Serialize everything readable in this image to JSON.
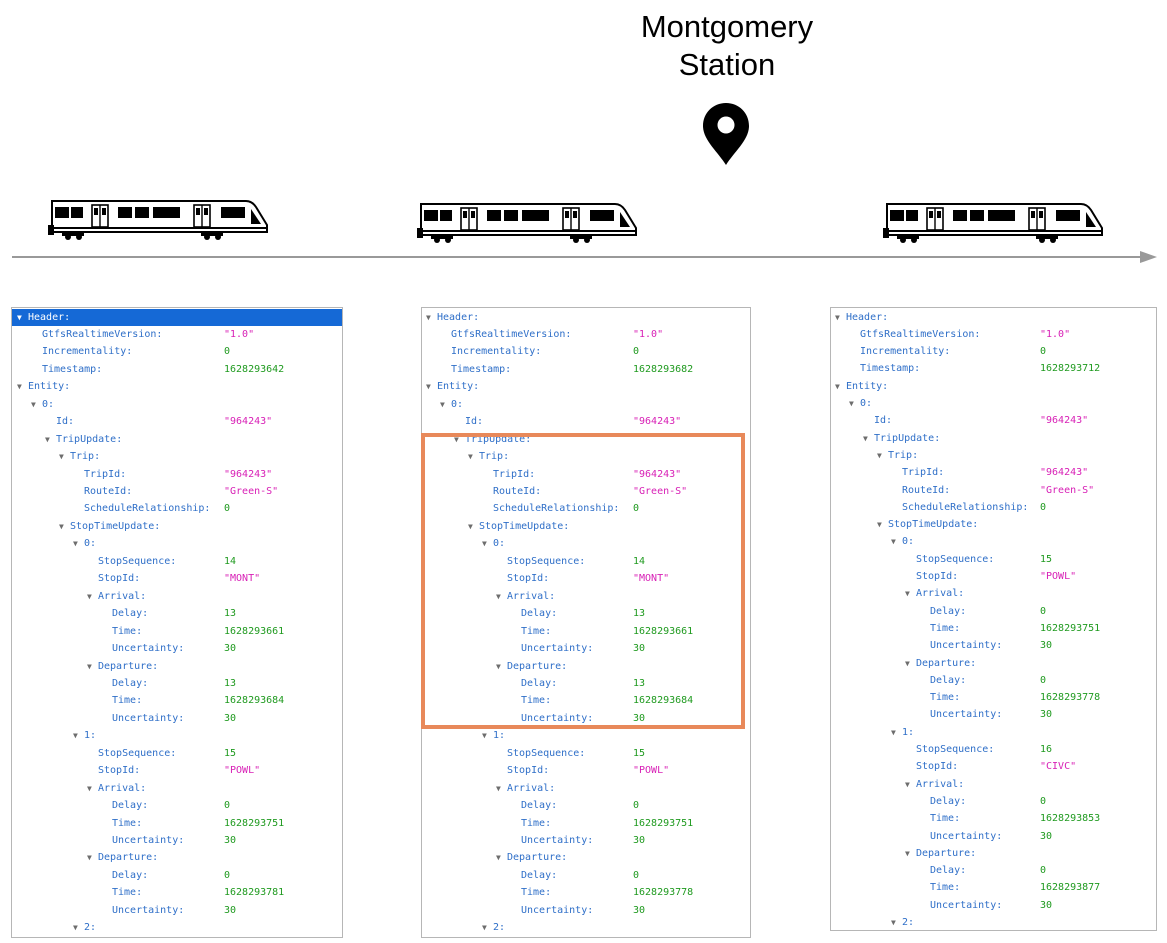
{
  "station": {
    "label": "Montgomery Station"
  },
  "icons": {
    "pin": "map-pin-icon",
    "train": "train-icon",
    "arrow": "arrow-right-icon",
    "expand": "disclosure-triangle-icon"
  },
  "colors": {
    "key": "#2f6fc8",
    "number": "#1f9a1f",
    "string": "#d820b6",
    "selection": "#1569d6",
    "highlight": "#e8895a"
  },
  "panels": [
    {
      "rows": [
        {
          "d": 0,
          "k": "Header:",
          "x": true,
          "sel": true
        },
        {
          "d": 1,
          "k": "GtfsRealtimeVersion:",
          "v": "\"1.0\"",
          "t": "s"
        },
        {
          "d": 1,
          "k": "Incrementality:",
          "v": "0",
          "t": "n"
        },
        {
          "d": 1,
          "k": "Timestamp:",
          "v": "1628293642",
          "t": "n"
        },
        {
          "d": 0,
          "k": "Entity:",
          "x": true
        },
        {
          "d": 1,
          "k": "0:",
          "x": true
        },
        {
          "d": 2,
          "k": "Id:",
          "v": "\"964243\"",
          "t": "s"
        },
        {
          "d": 2,
          "k": "TripUpdate:",
          "x": true
        },
        {
          "d": 3,
          "k": "Trip:",
          "x": true
        },
        {
          "d": 4,
          "k": "TripId:",
          "v": "\"964243\"",
          "t": "s"
        },
        {
          "d": 4,
          "k": "RouteId:",
          "v": "\"Green-S\"",
          "t": "s"
        },
        {
          "d": 4,
          "k": "ScheduleRelationship:",
          "v": "0",
          "t": "n"
        },
        {
          "d": 3,
          "k": "StopTimeUpdate:",
          "x": true
        },
        {
          "d": 4,
          "k": "0:",
          "x": true
        },
        {
          "d": 5,
          "k": "StopSequence:",
          "v": "14",
          "t": "n"
        },
        {
          "d": 5,
          "k": "StopId:",
          "v": "\"MONT\"",
          "t": "s"
        },
        {
          "d": 5,
          "k": "Arrival:",
          "x": true
        },
        {
          "d": 6,
          "k": "Delay:",
          "v": "13",
          "t": "n"
        },
        {
          "d": 6,
          "k": "Time:",
          "v": "1628293661",
          "t": "n"
        },
        {
          "d": 6,
          "k": "Uncertainty:",
          "v": "30",
          "t": "n"
        },
        {
          "d": 5,
          "k": "Departure:",
          "x": true
        },
        {
          "d": 6,
          "k": "Delay:",
          "v": "13",
          "t": "n"
        },
        {
          "d": 6,
          "k": "Time:",
          "v": "1628293684",
          "t": "n"
        },
        {
          "d": 6,
          "k": "Uncertainty:",
          "v": "30",
          "t": "n"
        },
        {
          "d": 4,
          "k": "1:",
          "x": true
        },
        {
          "d": 5,
          "k": "StopSequence:",
          "v": "15",
          "t": "n"
        },
        {
          "d": 5,
          "k": "StopId:",
          "v": "\"POWL\"",
          "t": "s"
        },
        {
          "d": 5,
          "k": "Arrival:",
          "x": true
        },
        {
          "d": 6,
          "k": "Delay:",
          "v": "0",
          "t": "n"
        },
        {
          "d": 6,
          "k": "Time:",
          "v": "1628293751",
          "t": "n"
        },
        {
          "d": 6,
          "k": "Uncertainty:",
          "v": "30",
          "t": "n"
        },
        {
          "d": 5,
          "k": "Departure:",
          "x": true
        },
        {
          "d": 6,
          "k": "Delay:",
          "v": "0",
          "t": "n"
        },
        {
          "d": 6,
          "k": "Time:",
          "v": "1628293781",
          "t": "n"
        },
        {
          "d": 6,
          "k": "Uncertainty:",
          "v": "30",
          "t": "n"
        },
        {
          "d": 4,
          "k": "2:",
          "x": true
        }
      ]
    },
    {
      "rows": [
        {
          "d": 0,
          "k": "Header:",
          "x": true
        },
        {
          "d": 1,
          "k": "GtfsRealtimeVersion:",
          "v": "\"1.0\"",
          "t": "s"
        },
        {
          "d": 1,
          "k": "Incrementality:",
          "v": "0",
          "t": "n"
        },
        {
          "d": 1,
          "k": "Timestamp:",
          "v": "1628293682",
          "t": "n"
        },
        {
          "d": 0,
          "k": "Entity:",
          "x": true
        },
        {
          "d": 1,
          "k": "0:",
          "x": true
        },
        {
          "d": 2,
          "k": "Id:",
          "v": "\"964243\"",
          "t": "s"
        },
        {
          "d": 2,
          "k": "TripUpdate:",
          "x": true
        },
        {
          "d": 3,
          "k": "Trip:",
          "x": true
        },
        {
          "d": 4,
          "k": "TripId:",
          "v": "\"964243\"",
          "t": "s"
        },
        {
          "d": 4,
          "k": "RouteId:",
          "v": "\"Green-S\"",
          "t": "s"
        },
        {
          "d": 4,
          "k": "ScheduleRelationship:",
          "v": "0",
          "t": "n"
        },
        {
          "d": 3,
          "k": "StopTimeUpdate:",
          "x": true
        },
        {
          "d": 4,
          "k": "0:",
          "x": true
        },
        {
          "d": 5,
          "k": "StopSequence:",
          "v": "14",
          "t": "n"
        },
        {
          "d": 5,
          "k": "StopId:",
          "v": "\"MONT\"",
          "t": "s"
        },
        {
          "d": 5,
          "k": "Arrival:",
          "x": true
        },
        {
          "d": 6,
          "k": "Delay:",
          "v": "13",
          "t": "n"
        },
        {
          "d": 6,
          "k": "Time:",
          "v": "1628293661",
          "t": "n"
        },
        {
          "d": 6,
          "k": "Uncertainty:",
          "v": "30",
          "t": "n"
        },
        {
          "d": 5,
          "k": "Departure:",
          "x": true
        },
        {
          "d": 6,
          "k": "Delay:",
          "v": "13",
          "t": "n"
        },
        {
          "d": 6,
          "k": "Time:",
          "v": "1628293684",
          "t": "n"
        },
        {
          "d": 6,
          "k": "Uncertainty:",
          "v": "30",
          "t": "n"
        },
        {
          "d": 4,
          "k": "1:",
          "x": true
        },
        {
          "d": 5,
          "k": "StopSequence:",
          "v": "15",
          "t": "n"
        },
        {
          "d": 5,
          "k": "StopId:",
          "v": "\"POWL\"",
          "t": "s"
        },
        {
          "d": 5,
          "k": "Arrival:",
          "x": true
        },
        {
          "d": 6,
          "k": "Delay:",
          "v": "0",
          "t": "n"
        },
        {
          "d": 6,
          "k": "Time:",
          "v": "1628293751",
          "t": "n"
        },
        {
          "d": 6,
          "k": "Uncertainty:",
          "v": "30",
          "t": "n"
        },
        {
          "d": 5,
          "k": "Departure:",
          "x": true
        },
        {
          "d": 6,
          "k": "Delay:",
          "v": "0",
          "t": "n"
        },
        {
          "d": 6,
          "k": "Time:",
          "v": "1628293778",
          "t": "n"
        },
        {
          "d": 6,
          "k": "Uncertainty:",
          "v": "30",
          "t": "n"
        },
        {
          "d": 4,
          "k": "2:",
          "x": true
        }
      ]
    },
    {
      "rows": [
        {
          "d": 0,
          "k": "Header:",
          "x": true
        },
        {
          "d": 1,
          "k": "GtfsRealtimeVersion:",
          "v": "\"1.0\"",
          "t": "s"
        },
        {
          "d": 1,
          "k": "Incrementality:",
          "v": "0",
          "t": "n"
        },
        {
          "d": 1,
          "k": "Timestamp:",
          "v": "1628293712",
          "t": "n"
        },
        {
          "d": 0,
          "k": "Entity:",
          "x": true
        },
        {
          "d": 1,
          "k": "0:",
          "x": true
        },
        {
          "d": 2,
          "k": "Id:",
          "v": "\"964243\"",
          "t": "s"
        },
        {
          "d": 2,
          "k": "TripUpdate:",
          "x": true
        },
        {
          "d": 3,
          "k": "Trip:",
          "x": true
        },
        {
          "d": 4,
          "k": "TripId:",
          "v": "\"964243\"",
          "t": "s"
        },
        {
          "d": 4,
          "k": "RouteId:",
          "v": "\"Green-S\"",
          "t": "s"
        },
        {
          "d": 4,
          "k": "ScheduleRelationship:",
          "v": "0",
          "t": "n"
        },
        {
          "d": 3,
          "k": "StopTimeUpdate:",
          "x": true
        },
        {
          "d": 4,
          "k": "0:",
          "x": true
        },
        {
          "d": 5,
          "k": "StopSequence:",
          "v": "15",
          "t": "n"
        },
        {
          "d": 5,
          "k": "StopId:",
          "v": "\"POWL\"",
          "t": "s"
        },
        {
          "d": 5,
          "k": "Arrival:",
          "x": true
        },
        {
          "d": 6,
          "k": "Delay:",
          "v": "0",
          "t": "n"
        },
        {
          "d": 6,
          "k": "Time:",
          "v": "1628293751",
          "t": "n"
        },
        {
          "d": 6,
          "k": "Uncertainty:",
          "v": "30",
          "t": "n"
        },
        {
          "d": 5,
          "k": "Departure:",
          "x": true
        },
        {
          "d": 6,
          "k": "Delay:",
          "v": "0",
          "t": "n"
        },
        {
          "d": 6,
          "k": "Time:",
          "v": "1628293778",
          "t": "n"
        },
        {
          "d": 6,
          "k": "Uncertainty:",
          "v": "30",
          "t": "n"
        },
        {
          "d": 4,
          "k": "1:",
          "x": true
        },
        {
          "d": 5,
          "k": "StopSequence:",
          "v": "16",
          "t": "n"
        },
        {
          "d": 5,
          "k": "StopId:",
          "v": "\"CIVC\"",
          "t": "s"
        },
        {
          "d": 5,
          "k": "Arrival:",
          "x": true
        },
        {
          "d": 6,
          "k": "Delay:",
          "v": "0",
          "t": "n"
        },
        {
          "d": 6,
          "k": "Time:",
          "v": "1628293853",
          "t": "n"
        },
        {
          "d": 6,
          "k": "Uncertainty:",
          "v": "30",
          "t": "n"
        },
        {
          "d": 5,
          "k": "Departure:",
          "x": true
        },
        {
          "d": 6,
          "k": "Delay:",
          "v": "0",
          "t": "n"
        },
        {
          "d": 6,
          "k": "Time:",
          "v": "1628293877",
          "t": "n"
        },
        {
          "d": 6,
          "k": "Uncertainty:",
          "v": "30",
          "t": "n"
        },
        {
          "d": 4,
          "k": "2:",
          "x": true
        }
      ]
    }
  ]
}
